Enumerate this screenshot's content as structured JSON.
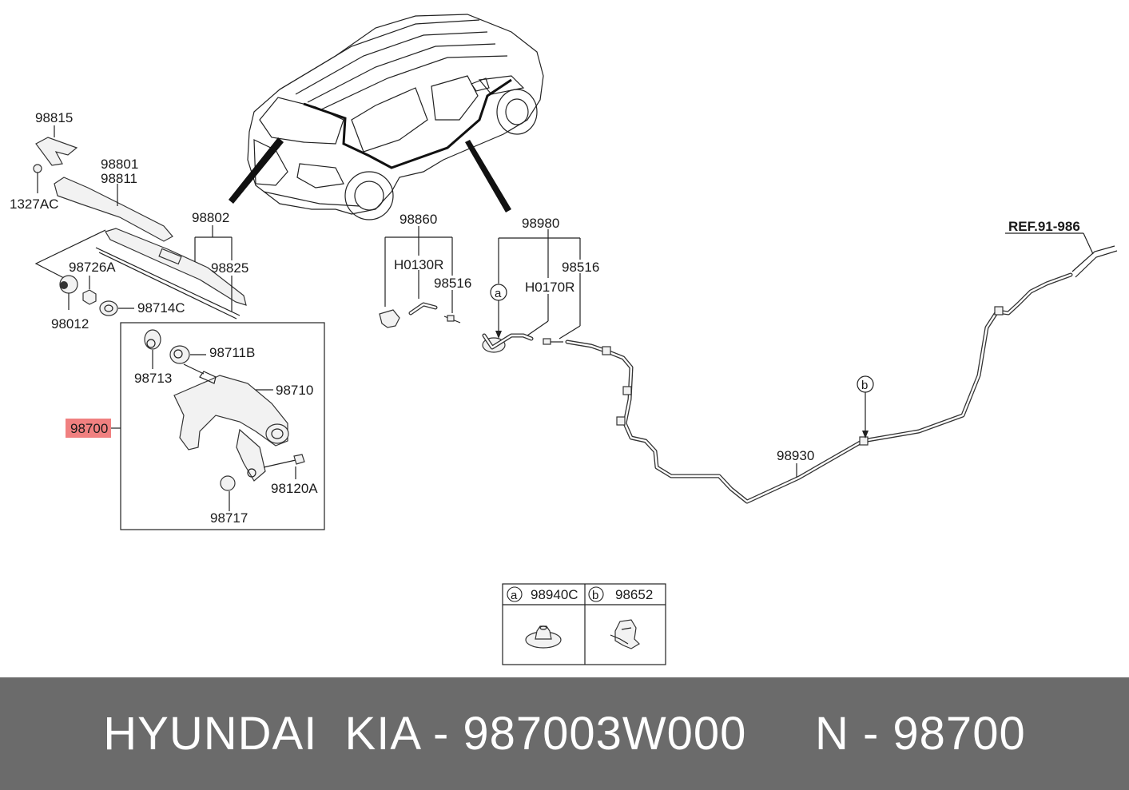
{
  "labels": {
    "p98815": "98815",
    "p98801": "98801",
    "p98811": "98811",
    "p1327AC": "1327AC",
    "p98802": "98802",
    "p98825": "98825",
    "p98726A": "98726A",
    "p98012": "98012",
    "p98714C": "98714C",
    "p98713": "98713",
    "p98711B": "98711B",
    "p98710": "98710",
    "p98700": "98700",
    "p98120A": "98120A",
    "p98717": "98717",
    "p98860": "98860",
    "pH0130R": "H0130R",
    "p98516a": "98516",
    "p98980": "98980",
    "pH0170R": "H0170R",
    "p98516b": "98516",
    "p98930": "98930",
    "ref": "REF.91-986",
    "callout_a": "a",
    "callout_b": "b"
  },
  "legend": {
    "a_key": "a",
    "a_part": "98940C",
    "b_key": "b",
    "b_part": "98652"
  },
  "highlight_color": "#f08080",
  "footer": {
    "text": "HYUNDAI  KIA - 987003W000     N - 98700"
  }
}
